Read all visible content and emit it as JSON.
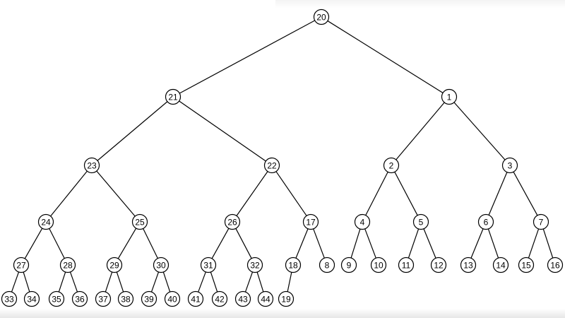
{
  "tree": {
    "nodes": [
      {
        "id": "20",
        "label": "20",
        "level": 0
      },
      {
        "id": "21",
        "label": "21",
        "level": 1
      },
      {
        "id": "1",
        "label": "1",
        "level": 1
      },
      {
        "id": "23",
        "label": "23",
        "level": 2
      },
      {
        "id": "22",
        "label": "22",
        "level": 2
      },
      {
        "id": "2",
        "label": "2",
        "level": 2
      },
      {
        "id": "3",
        "label": "3",
        "level": 2
      },
      {
        "id": "24",
        "label": "24",
        "level": 3
      },
      {
        "id": "25",
        "label": "25",
        "level": 3
      },
      {
        "id": "26",
        "label": "26",
        "level": 3
      },
      {
        "id": "17",
        "label": "17",
        "level": 3
      },
      {
        "id": "4",
        "label": "4",
        "level": 3
      },
      {
        "id": "5",
        "label": "5",
        "level": 3
      },
      {
        "id": "6",
        "label": "6",
        "level": 3
      },
      {
        "id": "7",
        "label": "7",
        "level": 3
      },
      {
        "id": "27",
        "label": "27",
        "level": 4
      },
      {
        "id": "28",
        "label": "28",
        "level": 4
      },
      {
        "id": "29",
        "label": "29",
        "level": 4
      },
      {
        "id": "30",
        "label": "30",
        "level": 4
      },
      {
        "id": "31",
        "label": "31",
        "level": 4
      },
      {
        "id": "32",
        "label": "32",
        "level": 4
      },
      {
        "id": "18",
        "label": "18",
        "level": 4
      },
      {
        "id": "8",
        "label": "8",
        "level": 4
      },
      {
        "id": "9",
        "label": "9",
        "level": 4
      },
      {
        "id": "10",
        "label": "10",
        "level": 4
      },
      {
        "id": "11",
        "label": "11",
        "level": 4
      },
      {
        "id": "12",
        "label": "12",
        "level": 4
      },
      {
        "id": "13",
        "label": "13",
        "level": 4
      },
      {
        "id": "14",
        "label": "14",
        "level": 4
      },
      {
        "id": "15",
        "label": "15",
        "level": 4
      },
      {
        "id": "16",
        "label": "16",
        "level": 4
      },
      {
        "id": "33",
        "label": "33",
        "level": 5
      },
      {
        "id": "34",
        "label": "34",
        "level": 5
      },
      {
        "id": "35",
        "label": "35",
        "level": 5
      },
      {
        "id": "36",
        "label": "36",
        "level": 5
      },
      {
        "id": "37",
        "label": "37",
        "level": 5
      },
      {
        "id": "38",
        "label": "38",
        "level": 5
      },
      {
        "id": "39",
        "label": "39",
        "level": 5
      },
      {
        "id": "40",
        "label": "40",
        "level": 5
      },
      {
        "id": "41",
        "label": "41",
        "level": 5
      },
      {
        "id": "42",
        "label": "42",
        "level": 5
      },
      {
        "id": "43",
        "label": "43",
        "level": 5
      },
      {
        "id": "44",
        "label": "44",
        "level": 5
      },
      {
        "id": "19",
        "label": "19",
        "level": 5
      }
    ],
    "edges": [
      [
        "20",
        "21"
      ],
      [
        "20",
        "1"
      ],
      [
        "21",
        "23"
      ],
      [
        "21",
        "22"
      ],
      [
        "1",
        "2"
      ],
      [
        "1",
        "3"
      ],
      [
        "23",
        "24"
      ],
      [
        "23",
        "25"
      ],
      [
        "22",
        "26"
      ],
      [
        "22",
        "17"
      ],
      [
        "2",
        "4"
      ],
      [
        "2",
        "5"
      ],
      [
        "3",
        "6"
      ],
      [
        "3",
        "7"
      ],
      [
        "24",
        "27"
      ],
      [
        "24",
        "28"
      ],
      [
        "25",
        "29"
      ],
      [
        "25",
        "30"
      ],
      [
        "26",
        "31"
      ],
      [
        "26",
        "32"
      ],
      [
        "17",
        "18"
      ],
      [
        "17",
        "8"
      ],
      [
        "4",
        "9"
      ],
      [
        "4",
        "10"
      ],
      [
        "5",
        "11"
      ],
      [
        "5",
        "12"
      ],
      [
        "6",
        "13"
      ],
      [
        "6",
        "14"
      ],
      [
        "7",
        "15"
      ],
      [
        "7",
        "16"
      ],
      [
        "27",
        "33"
      ],
      [
        "27",
        "34"
      ],
      [
        "28",
        "35"
      ],
      [
        "28",
        "36"
      ],
      [
        "29",
        "37"
      ],
      [
        "29",
        "38"
      ],
      [
        "30",
        "39"
      ],
      [
        "30",
        "40"
      ],
      [
        "31",
        "41"
      ],
      [
        "31",
        "42"
      ],
      [
        "32",
        "43"
      ],
      [
        "32",
        "44"
      ],
      [
        "18",
        "19"
      ]
    ]
  }
}
